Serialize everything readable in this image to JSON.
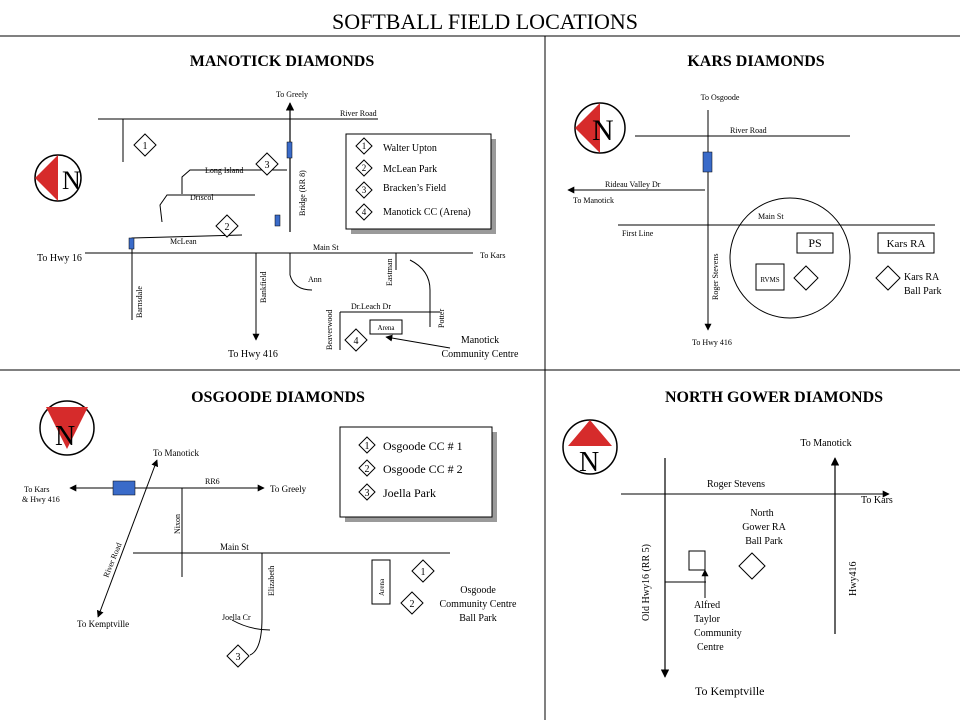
{
  "title": "SOFTBALL FIELD LOCATIONS",
  "manotick": {
    "heading": "MANOTICK  DIAMONDS",
    "compass": "N",
    "roads": {
      "to_greely": "To Greely",
      "river_road": "River Road",
      "long_island": "Long Island",
      "driscol": "Driscol",
      "mclean": "McLean",
      "bridge": "Bridge (RR 8)",
      "main_st": "Main St",
      "to_hwy16": "To Hwy 16",
      "to_kars": "To Kars",
      "barnsdale": "Barnsdale",
      "bankfield": "Bankfield",
      "ann": "Ann",
      "eastman": "Eastman",
      "potter": "Potter",
      "dr_leach": "Dr.Leach Dr",
      "beaverwood": "Beaverwood",
      "arena": "Arena",
      "to_hwy416": "To Hwy 416",
      "community_centre_1": "Manotick",
      "community_centre_2": "Community Centre"
    },
    "map_markers": [
      "1",
      "3",
      "2",
      "4"
    ],
    "legend": [
      {
        "num": "1",
        "name": "Walter Upton"
      },
      {
        "num": "2",
        "name": "McLean Park"
      },
      {
        "num": "3",
        "name": "Bracken’s Field"
      },
      {
        "num": "4",
        "name": "Manotick CC (Arena)"
      }
    ]
  },
  "kars": {
    "heading": "KARS   DIAMONDS",
    "compass": "N",
    "roads": {
      "to_osgoode": "To Osgoode",
      "river_road": "River Road",
      "rideau_valley": "Rideau Valley Dr",
      "to_manotick": "To Manotick",
      "main_st": "Main St",
      "first_line": "First Line",
      "roger_stevens": "Roger Stevens",
      "ps": "PS",
      "kars_ra": "Kars RA",
      "rvms": "RVMS",
      "ball_park_1": "Kars RA",
      "ball_park_2": "Ball Park",
      "to_hwy416": "To Hwy 416"
    }
  },
  "osgoode": {
    "heading": "OSGOODE   DIAMONDS",
    "compass": "N",
    "roads": {
      "to_manotick": "To Manotick",
      "rr6": "RR6",
      "to_greely": "To Greely",
      "to_kars_1": "To Kars",
      "to_kars_2": "& Hwy 416",
      "nixon": "Nixon",
      "main_st": "Main St",
      "river_road": "River Road",
      "elizabeth": "Elizabeth",
      "arena": "Arena",
      "joella_cr": "Joella Cr",
      "to_kemptville": "To Kemptville",
      "centre_1": "Osgoode",
      "centre_2": "Community Centre",
      "centre_3": "Ball Park"
    },
    "map_markers": [
      "1",
      "2",
      "3"
    ],
    "legend": [
      {
        "num": "1",
        "name": "Osgoode CC # 1"
      },
      {
        "num": "2",
        "name": "Osgoode CC # 2"
      },
      {
        "num": "3",
        "name": "Joella Park"
      }
    ]
  },
  "north_gower": {
    "heading": "NORTH   GOWER  DIAMONDS",
    "compass": "N",
    "roads": {
      "to_manotick": "To Manotick",
      "roger_stevens": "Roger Stevens",
      "to_kars": "To Kars",
      "ball_park_1": "North",
      "ball_park_2": "Gower RA",
      "ball_park_3": "Ball Park",
      "old_hwy16": "Old Hwy16  (RR 5)",
      "hwy416": "Hwy416",
      "alfred_1": "Alfred",
      "alfred_2": "Taylor",
      "alfred_3": "Community",
      "alfred_4": "Centre",
      "to_kemptville": "To Kemptville"
    }
  }
}
